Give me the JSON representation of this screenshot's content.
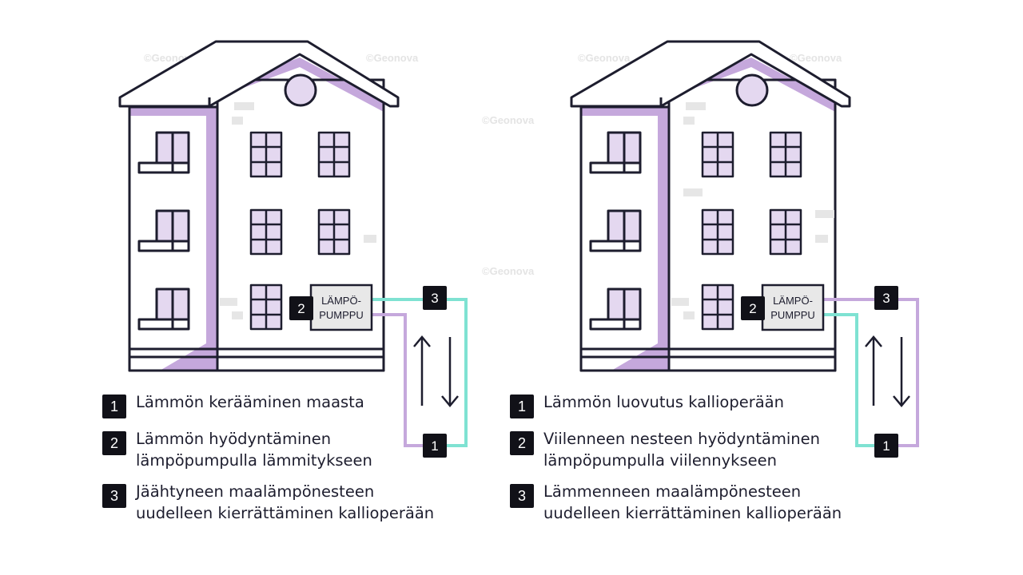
{
  "watermark": "©Geonova",
  "colors": {
    "outline": "#1d1d2e",
    "purple": "#c5a8dc",
    "purple_light": "#e4d8f0",
    "teal": "#7fe2d2",
    "box_fill": "#e8e8e8",
    "badge": "#111118"
  },
  "panels": [
    {
      "name": "heating",
      "pump_box": [
        "LÄMPÖ-",
        "PUMPPU"
      ],
      "badges": [
        "2",
        "3",
        "1"
      ],
      "upper_pipe_color": "teal",
      "lower_pipe_color": "purple",
      "items": [
        {
          "num": "1",
          "text": "Lämmön kerääminen maasta"
        },
        {
          "num": "2",
          "text": "Lämmön hyödyntäminen\nlämpöpumpulla lämmitykseen"
        },
        {
          "num": "3",
          "text": "Jäähtyneen maalämpönesteen\nuudelleen kierrättäminen kallioperään"
        }
      ]
    },
    {
      "name": "cooling",
      "pump_box": [
        "LÄMPÖ-",
        "PUMPPU"
      ],
      "badges": [
        "2",
        "3",
        "1"
      ],
      "upper_pipe_color": "purple",
      "lower_pipe_color": "teal",
      "items": [
        {
          "num": "1",
          "text": "Lämmön luovutus kallioperään"
        },
        {
          "num": "2",
          "text": "Viilenneen nesteen hyödyntäminen\nlämpöpumpulla viilennykseen"
        },
        {
          "num": "3",
          "text": "Lämmenneen maalämpönesteen\nuudelleen kierrättäminen kallioperään"
        }
      ]
    }
  ]
}
